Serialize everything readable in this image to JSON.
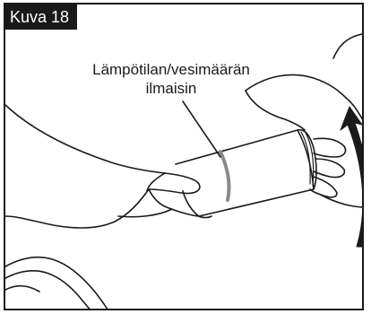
{
  "figure": {
    "label": "Kuva 18",
    "callout_line1": "Lämpötilan/vesimäärän",
    "callout_line2": "ilmaisin"
  },
  "colors": {
    "frame": "#1a1a1a",
    "label_background": "#1a1a1a",
    "label_text": "#ffffff",
    "indicator_band": "#8a8a8a"
  },
  "icons": {
    "rotation_arrow": "curved-arrow-up"
  }
}
